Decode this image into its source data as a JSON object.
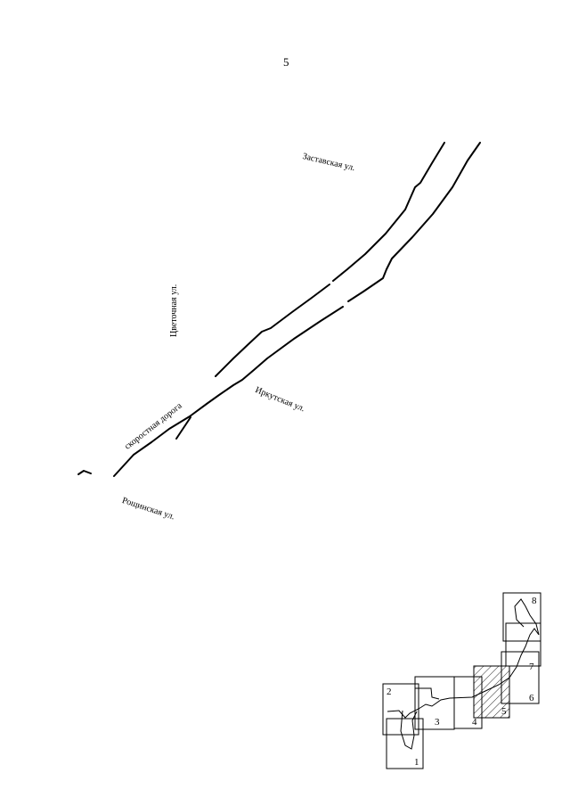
{
  "page": {
    "number": "5"
  },
  "map": {
    "streets": {
      "zastavskaya": "Заставская ул.",
      "tsvetochnaya": "Цветочная ул.",
      "irkutskaya": "Иркутская ул.",
      "skorostnaya": "скоростная дорога",
      "roshchinskaya": "Рощинская ул."
    }
  },
  "index_map": {
    "sheets": [
      "1",
      "2",
      "3",
      "4",
      "5",
      "6",
      "7",
      "8"
    ],
    "highlighted_sheet": "5"
  }
}
